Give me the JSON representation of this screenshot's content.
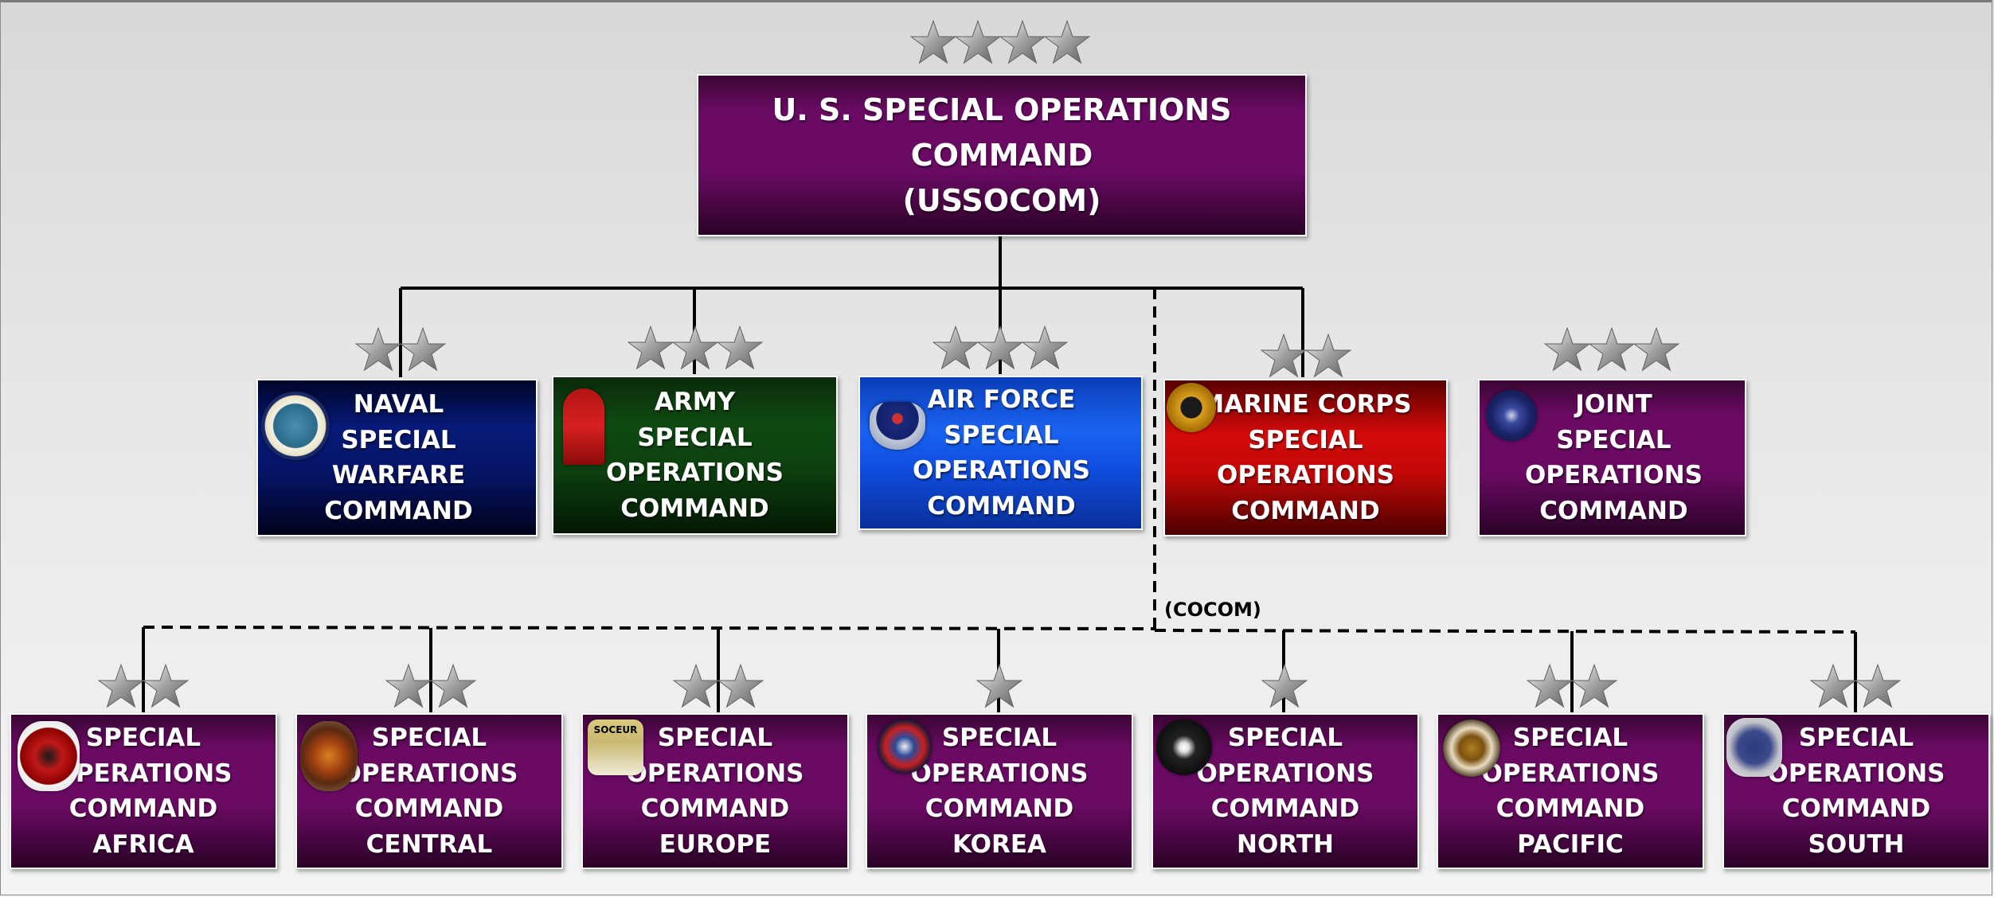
{
  "top": {
    "label": "U. S. SPECIAL OPERATIONS\nCOMMAND\n(USSOCOM)",
    "stars": 4
  },
  "components": [
    {
      "id": "naval",
      "label": "NAVAL\nSPECIAL\nWARFARE\nCOMMAND",
      "stars": 2,
      "color": "navy",
      "emblem": "naval-special-warfare-emblem"
    },
    {
      "id": "army",
      "label": "ARMY\nSPECIAL\nOPERATIONS\nCOMMAND",
      "stars": 3,
      "color": "green",
      "emblem": "army-arrowhead-emblem"
    },
    {
      "id": "airforce",
      "label": "AIR FORCE\nSPECIAL\nOPERATIONS\nCOMMAND",
      "stars": 3,
      "color": "blue",
      "emblem": "air-force-emblem"
    },
    {
      "id": "marine",
      "label": "MARINE CORPS\nSPECIAL\nOPERATIONS\nCOMMAND",
      "stars": 2,
      "color": "red",
      "emblem": "marine-raider-emblem"
    },
    {
      "id": "joint",
      "label": "JOINT\nSPECIAL\nOPERATIONS\nCOMMAND",
      "stars": 3,
      "color": "purple",
      "emblem": "jsoc-emblem"
    }
  ],
  "cocom_label": "(COCOM)",
  "theaters": [
    {
      "id": "africa",
      "label": "SPECIAL\nOPERATIONS\nCOMMAND\nAFRICA",
      "stars": 2,
      "emblem": "socafrica-emblem"
    },
    {
      "id": "central",
      "label": "SPECIAL\nOPERATIONS\nCOMMAND\nCENTRAL",
      "stars": 2,
      "emblem": "soccent-emblem"
    },
    {
      "id": "europe",
      "label": "SPECIAL\nOPERATIONS\nCOMMAND\nEUROPE",
      "stars": 2,
      "emblem": "soceur-emblem",
      "emblem_text": "SOCEUR"
    },
    {
      "id": "korea",
      "label": "SPECIAL\nOPERATIONS\nCOMMAND\nKOREA",
      "stars": 1,
      "emblem": "sockor-emblem"
    },
    {
      "id": "north",
      "label": "SPECIAL\nOPERATIONS\nCOMMAND\nNORTH",
      "stars": 1,
      "emblem": "socnorth-emblem"
    },
    {
      "id": "pacific",
      "label": "SPECIAL\nOPERATIONS\nCOMMAND\nPACIFIC",
      "stars": 2,
      "emblem": "socpac-emblem"
    },
    {
      "id": "south",
      "label": "SPECIAL\nOPERATIONS\nCOMMAND\nSOUTH",
      "stars": 2,
      "emblem": "socsouth-emblem"
    }
  ],
  "colors": {
    "purple": "#6a0a63",
    "navy": "#061466",
    "green": "#0f4a12",
    "blue": "#1a63f0",
    "red": "#d40a0a",
    "star": "#a8a8a8",
    "line": "#000000"
  }
}
